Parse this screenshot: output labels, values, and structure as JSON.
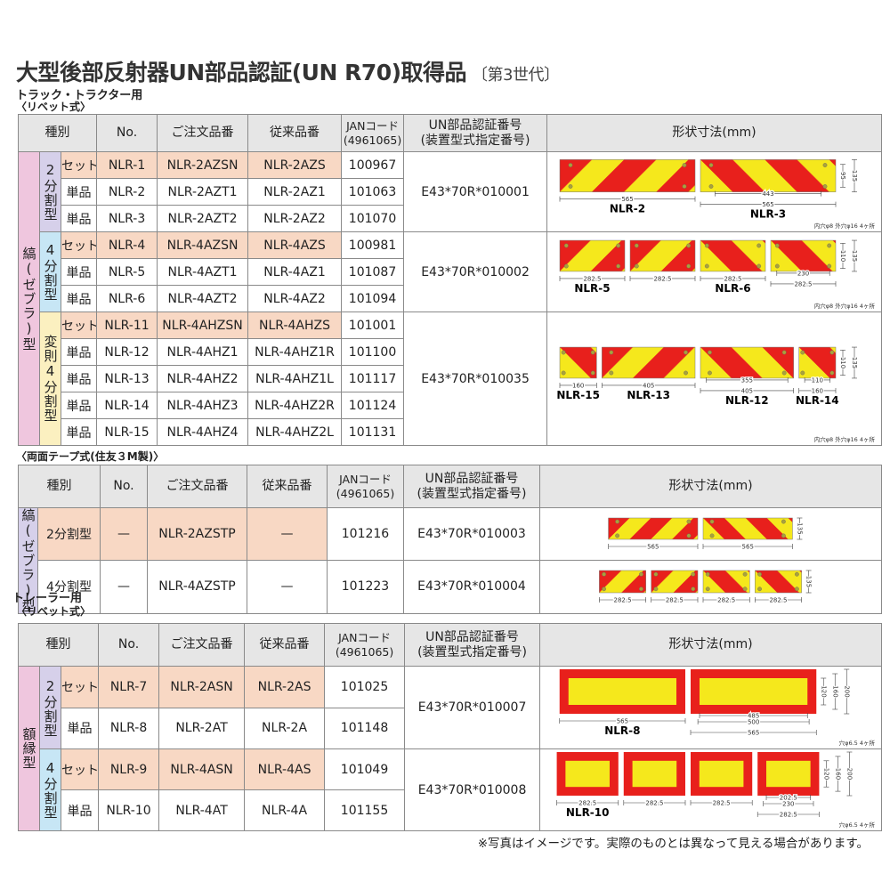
{
  "title": {
    "main": "大型後部反射器UN部品認証(UN R70)取得品",
    "generation": "〔第3世代〕"
  },
  "headers": {
    "kind": "種別",
    "no": "No.",
    "order": "ご注文品番",
    "prev": "従来品番",
    "jan": "JANコード",
    "jan_prefix": "(4961065)",
    "un": "UN部品認証番号",
    "un_sub": "(装置型式指定番号)",
    "shape": "形状寸法(mm)"
  },
  "colors": {
    "category": "#efc6de",
    "two_split": "#d6d0ea",
    "four_split": "#c7e6f5",
    "irregular": "#fbf0c0",
    "highlight": "#f8d8c4",
    "header": "#e6e6e6",
    "reflector_red": "#e8201c",
    "reflector_yellow": "#f5e81c"
  },
  "truck": {
    "heading": "トラック・トラクター用",
    "method": "〈リベット式〉",
    "category": "縞(ゼブラ)型",
    "groups": [
      {
        "label": "2分割型",
        "color": "#d6d0ea",
        "un": "E43*70R*010001",
        "rows": [
          {
            "type": "セット",
            "no": "NLR-1",
            "order": "NLR-2AZSN",
            "prev": "NLR-2AZS",
            "jan": "100967",
            "highlight": true
          },
          {
            "type": "単品",
            "no": "NLR-2",
            "order": "NLR-2AZT1",
            "prev": "NLR-2AZ1",
            "jan": "101063",
            "highlight": false
          },
          {
            "type": "単品",
            "no": "NLR-3",
            "order": "NLR-2AZT2",
            "prev": "NLR-2AZ2",
            "jan": "101070",
            "highlight": false
          }
        ],
        "diagram": {
          "style": "zebra",
          "height_mm": 135,
          "note": "内穴φ8 外穴φ16 4ヶ所",
          "panels": [
            {
              "w": 565,
              "dir": "/",
              "label": "565",
              "name": "NLR-2"
            },
            {
              "w": 565,
              "dir": "\\",
              "label": "565",
              "name": "NLR-3",
              "inner": [
                "443"
              ]
            }
          ],
          "vdims": [
            "95",
            "135"
          ]
        }
      },
      {
        "label": "4分割型",
        "color": "#c7e6f5",
        "un": "E43*70R*010002",
        "rows": [
          {
            "type": "セット",
            "no": "NLR-4",
            "order": "NLR-4AZSN",
            "prev": "NLR-4AZS",
            "jan": "100981",
            "highlight": true
          },
          {
            "type": "単品",
            "no": "NLR-5",
            "order": "NLR-4AZT1",
            "prev": "NLR-4AZ1",
            "jan": "101087",
            "highlight": false
          },
          {
            "type": "単品",
            "no": "NLR-6",
            "order": "NLR-4AZT2",
            "prev": "NLR-4AZ2",
            "jan": "101094",
            "highlight": false
          }
        ],
        "diagram": {
          "style": "zebra",
          "height_mm": 135,
          "note": "内穴φ8 外穴φ16 4ヶ所",
          "panels": [
            {
              "w": 282.5,
              "dir": "/",
              "label": "282.5",
              "name": "NLR-5"
            },
            {
              "w": 282.5,
              "dir": "/",
              "label": "282.5"
            },
            {
              "w": 282.5,
              "dir": "\\",
              "label": "282.5",
              "name": "NLR-6"
            },
            {
              "w": 282.5,
              "dir": "\\",
              "label": "282.5",
              "inner": [
                "230"
              ]
            }
          ],
          "vdims": [
            "110",
            "135"
          ]
        }
      },
      {
        "label": "変則4分割型",
        "color": "#fbf0c0",
        "un": "E43*70R*010035",
        "rows": [
          {
            "type": "セット",
            "no": "NLR-11",
            "order": "NLR-4AHZSN",
            "prev": "NLR-4AHZS",
            "jan": "101001",
            "highlight": true
          },
          {
            "type": "単品",
            "no": "NLR-12",
            "order": "NLR-4AHZ1",
            "prev": "NLR-4AHZ1R",
            "jan": "101100",
            "highlight": false
          },
          {
            "type": "単品",
            "no": "NLR-13",
            "order": "NLR-4AHZ2",
            "prev": "NLR-4AHZ1L",
            "jan": "101117",
            "highlight": false
          },
          {
            "type": "単品",
            "no": "NLR-14",
            "order": "NLR-4AHZ3",
            "prev": "NLR-4AHZ2R",
            "jan": "101124",
            "highlight": false
          },
          {
            "type": "単品",
            "no": "NLR-15",
            "order": "NLR-4AHZ4",
            "prev": "NLR-4AHZ2L",
            "jan": "101131",
            "highlight": false
          }
        ],
        "diagram": {
          "style": "zebra",
          "height_mm": 135,
          "note": "内穴φ8 外穴φ16 4ヶ所",
          "panels": [
            {
              "w": 160,
              "dir": "\\",
              "label": "160",
              "name": "NLR-15"
            },
            {
              "w": 405,
              "dir": "/",
              "label": "405",
              "name": "NLR-13"
            },
            {
              "w": 405,
              "dir": "\\",
              "label": "405",
              "name": "NLR-12",
              "inner": [
                "355"
              ]
            },
            {
              "w": 160,
              "dir": "\\",
              "label": "160",
              "name": "NLR-14",
              "inner": [
                "110"
              ]
            }
          ],
          "vdims": [
            "110",
            "135"
          ]
        }
      }
    ]
  },
  "tape": {
    "method": "〈両面テープ式(住友３M製)〉",
    "category": "縞(ゼブラ)型",
    "rows": [
      {
        "type": "2分割型",
        "no": "—",
        "order": "NLR-2AZSTP",
        "prev": "—",
        "jan": "101216",
        "un": "E43*70R*010003",
        "highlight": true,
        "diagram": {
          "style": "zebra",
          "height_mm": 135,
          "panels": [
            {
              "w": 565,
              "dir": "/",
              "label": "565"
            },
            {
              "w": 565,
              "dir": "\\",
              "label": "565"
            }
          ],
          "vdims": [
            "135"
          ]
        }
      },
      {
        "type": "4分割型",
        "no": "—",
        "order": "NLR-4AZSTP",
        "prev": "—",
        "jan": "101223",
        "un": "E43*70R*010004",
        "highlight": false,
        "diagram": {
          "style": "zebra",
          "height_mm": 135,
          "panels": [
            {
              "w": 282.5,
              "dir": "/",
              "label": "282.5"
            },
            {
              "w": 282.5,
              "dir": "/",
              "label": "282.5"
            },
            {
              "w": 282.5,
              "dir": "\\",
              "label": "282.5"
            },
            {
              "w": 282.5,
              "dir": "\\",
              "label": "282.5"
            }
          ],
          "vdims": [
            "135"
          ]
        }
      }
    ]
  },
  "trailer": {
    "heading": "トレーラー用",
    "method": "〈リベット式〉",
    "category": "額縁型",
    "groups": [
      {
        "label": "2分割型",
        "color": "#d6d0ea",
        "un": "E43*70R*010007",
        "rows": [
          {
            "type": "セット",
            "no": "NLR-7",
            "order": "NLR-2ASN",
            "prev": "NLR-2AS",
            "jan": "101025",
            "highlight": true
          },
          {
            "type": "単品",
            "no": "NLR-8",
            "order": "NLR-2AT",
            "prev": "NLR-2A",
            "jan": "101148",
            "highlight": false
          }
        ],
        "diagram": {
          "style": "frame",
          "height_mm": 200,
          "note": "穴φ6.5 4ヶ所",
          "panels": [
            {
              "w": 565,
              "label": "565",
              "name": "NLR-8"
            },
            {
              "w": 565,
              "label": "565",
              "inner": [
                "485",
                "500"
              ]
            }
          ],
          "vdims": [
            "120",
            "160",
            "200"
          ]
        }
      },
      {
        "label": "4分割型",
        "color": "#c7e6f5",
        "un": "E43*70R*010008",
        "rows": [
          {
            "type": "セット",
            "no": "NLR-9",
            "order": "NLR-4ASN",
            "prev": "NLR-4AS",
            "jan": "101049",
            "highlight": true
          },
          {
            "type": "単品",
            "no": "NLR-10",
            "order": "NLR-4AT",
            "prev": "NLR-4A",
            "jan": "101155",
            "highlight": false
          }
        ],
        "diagram": {
          "style": "frame",
          "height_mm": 200,
          "note": "穴φ6.5 4ヶ所",
          "panels": [
            {
              "w": 282.5,
              "label": "282.5",
              "name": "NLR-10"
            },
            {
              "w": 282.5,
              "label": "282.5"
            },
            {
              "w": 282.5,
              "label": "282.5"
            },
            {
              "w": 282.5,
              "label": "282.5",
              "inner": [
                "202.5",
                "230"
              ]
            }
          ],
          "vdims": [
            "120",
            "160",
            "200"
          ]
        }
      }
    ]
  },
  "footer_note": "※写真はイメージです。実際のものとは異なって見える場合があります。"
}
